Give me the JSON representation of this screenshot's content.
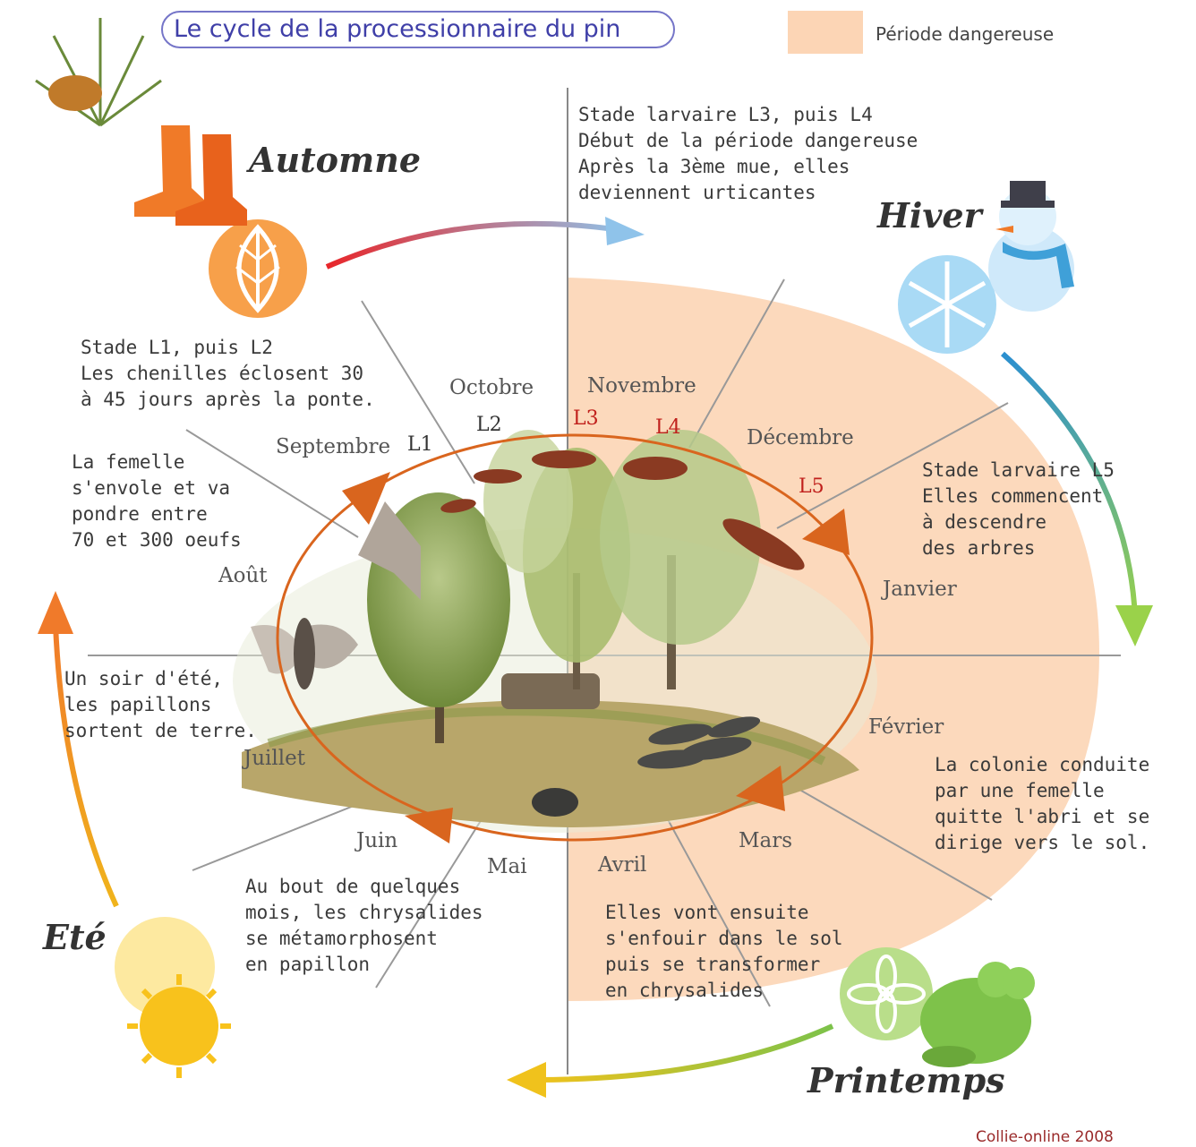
{
  "title": "Le cycle de la processionnaire du pin",
  "legend": {
    "label": "Période dangereuse",
    "color": "#fcd5b5"
  },
  "seasons": {
    "autumn": "Automne",
    "winter": "Hiver",
    "spring": "Printemps",
    "summer": "Eté"
  },
  "months": {
    "september": "Septembre",
    "october": "Octobre",
    "november": "Novembre",
    "december": "Décembre",
    "january": "Janvier",
    "february": "Février",
    "march": "Mars",
    "april": "Avril",
    "may": "Mai",
    "june": "Juin",
    "july": "Juillet",
    "august": "Août"
  },
  "stages": {
    "l1": "L1",
    "l2": "L2",
    "l3": "L3",
    "l4": "L4",
    "l5": "L5"
  },
  "notes": {
    "l1_l2": [
      "Stade L1, puis L2",
      "Les chenilles éclosent 30",
      "à 45 jours après la ponte."
    ],
    "female": [
      "La femelle",
      "s'envole et va",
      "pondre entre",
      "70 et 300 oeufs"
    ],
    "l3_l4": [
      "Stade larvaire L3, puis L4",
      "Début de la période dangereuse",
      "Après la 3ème mue, elles",
      "deviennent urticantes"
    ],
    "l5": [
      "Stade larvaire L5",
      "Elles commencent",
      "à descendre",
      "des arbres"
    ],
    "colony": [
      "La colonie conduite",
      "par une femelle",
      "quitte l'abri et se",
      "dirige vers le sol."
    ],
    "burrow": [
      "Elles vont ensuite",
      "s'enfouir dans le sol",
      "puis se transformer",
      "en chrysalides"
    ],
    "metamorphosis": [
      "Au bout de quelques",
      "mois, les chrysalides",
      "se métamorphosent",
      "en papillon"
    ],
    "moths": [
      "Un soir d'été,",
      "les papillons",
      "sortent de terre."
    ]
  },
  "credit": "Collie-online 2008",
  "colors": {
    "cycle_arrow": "#d9651e",
    "danger": "#fcd5b5",
    "stage_red": "#c0201c"
  }
}
